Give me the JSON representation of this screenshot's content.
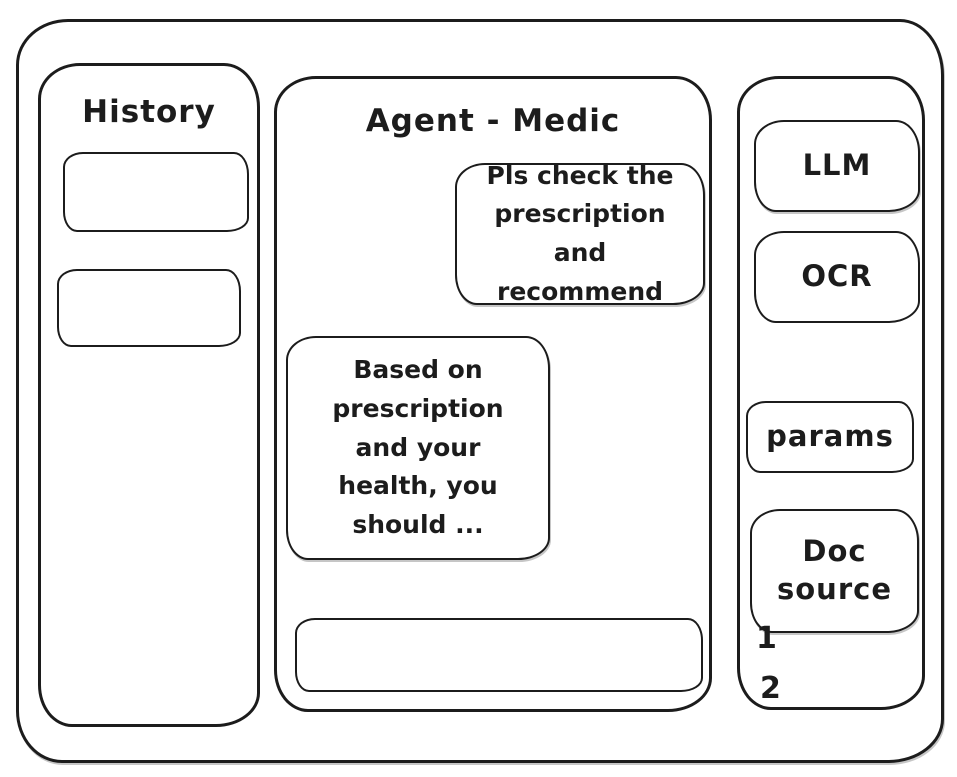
{
  "app": {
    "title": "Agent - Medic"
  },
  "history_panel": {
    "title": "History",
    "items": [
      {
        "label": ""
      },
      {
        "label": ""
      }
    ]
  },
  "chat": {
    "title": "Agent - Medic",
    "messages": [
      {
        "role": "user",
        "text": "Pls check the\nprescription\nand recommend"
      },
      {
        "role": "assistant",
        "text": "Based on\nprescription\nand your\nhealth, you\nshould ..."
      }
    ],
    "input": {
      "value": "",
      "placeholder": ""
    }
  },
  "tools_panel": {
    "buttons": [
      {
        "label": "LLM"
      },
      {
        "label": "OCR"
      },
      {
        "label": "params"
      },
      {
        "label": "Doc\nsource"
      }
    ],
    "doc_source_items": [
      {
        "label": "1"
      },
      {
        "label": "2"
      }
    ]
  },
  "colors": {
    "ink": "#1c1c1c",
    "background": "#ffffff"
  }
}
